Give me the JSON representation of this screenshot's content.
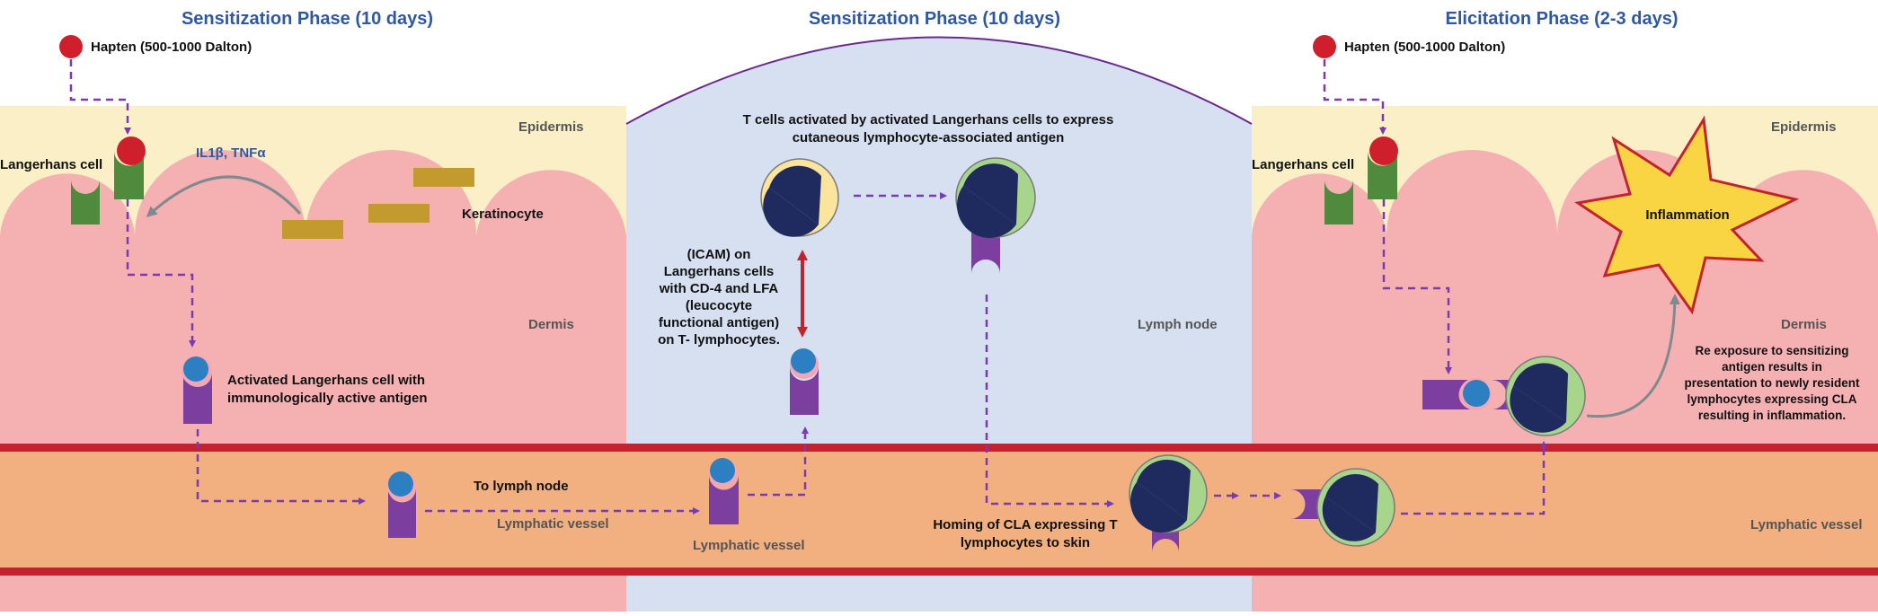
{
  "titles": {
    "left": "Sensitization Phase (10 days)",
    "middle": "Sensitization Phase (10 days)",
    "right": "Elicitation Phase (2-3 days)"
  },
  "hapten": {
    "left": "Hapten (500-1000 Dalton)",
    "right": "Hapten (500-1000 Dalton)"
  },
  "regions": {
    "epidermis_left": "Epidermis",
    "epidermis_right": "Epidermis",
    "dermis_left": "Dermis",
    "dermis_right": "Dermis",
    "lymph_node": "Lymph node",
    "lymphatic_vessel_right": "Lymphatic vessel"
  },
  "labels": {
    "langerhans_left": "Langerhans cell",
    "langerhans_right": "Langerhans cell",
    "cytokines": "IL1β, TNFα",
    "keratinocyte": "Keratinocyte",
    "activated_lc_1": "Activated Langerhans cell with",
    "activated_lc_2": "immunologically active antigen",
    "to_lymph_node": "To lymph node",
    "lymphatic_vessel_1": "Lymphatic vessel",
    "lymphatic_vessel_2": "Lymphatic vessel",
    "tcell_activated_1": "T cells activated by activated Langerhans cells to express",
    "tcell_activated_2": "cutaneous lymphocyte-associated antigen",
    "icam_lines": [
      "(ICAM) on",
      "Langerhans cells",
      "with CD-4 and LFA",
      "(leucocyte",
      "functional antigen)",
      "on T- lymphocytes."
    ],
    "homing_1": "Homing of CLA expressing T",
    "homing_2": "lymphocytes to skin",
    "inflammation": "Inflammation",
    "reexposure_lines": [
      "Re exposure to sensitizing",
      "antigen  results in",
      "presentation to newly resident",
      "lymphocytes expressing CLA",
      "resulting in inflammation."
    ]
  },
  "colors": {
    "epidermis": "#fbefc7",
    "dermis": "#f5b1b2",
    "lymph_node": "#d6e0f1",
    "lymphatic_vessel": "#f2af7f",
    "vessel_border": "#c3232e",
    "hapten": "#cf1f2c",
    "langerhans": "#4f8a3d",
    "activated_lc": "#7c3fa0",
    "antigen": "#2c7fc1",
    "keratinocyte": "#c39a2e",
    "tcell_naive": "#fbe49b",
    "tcell_cla": "#a8d58c",
    "nucleus": "#1f2a5e",
    "dashed_arrow": "#7a3ab0",
    "inflammation_star": "#f9d443",
    "title_text": "#2e59a0"
  }
}
